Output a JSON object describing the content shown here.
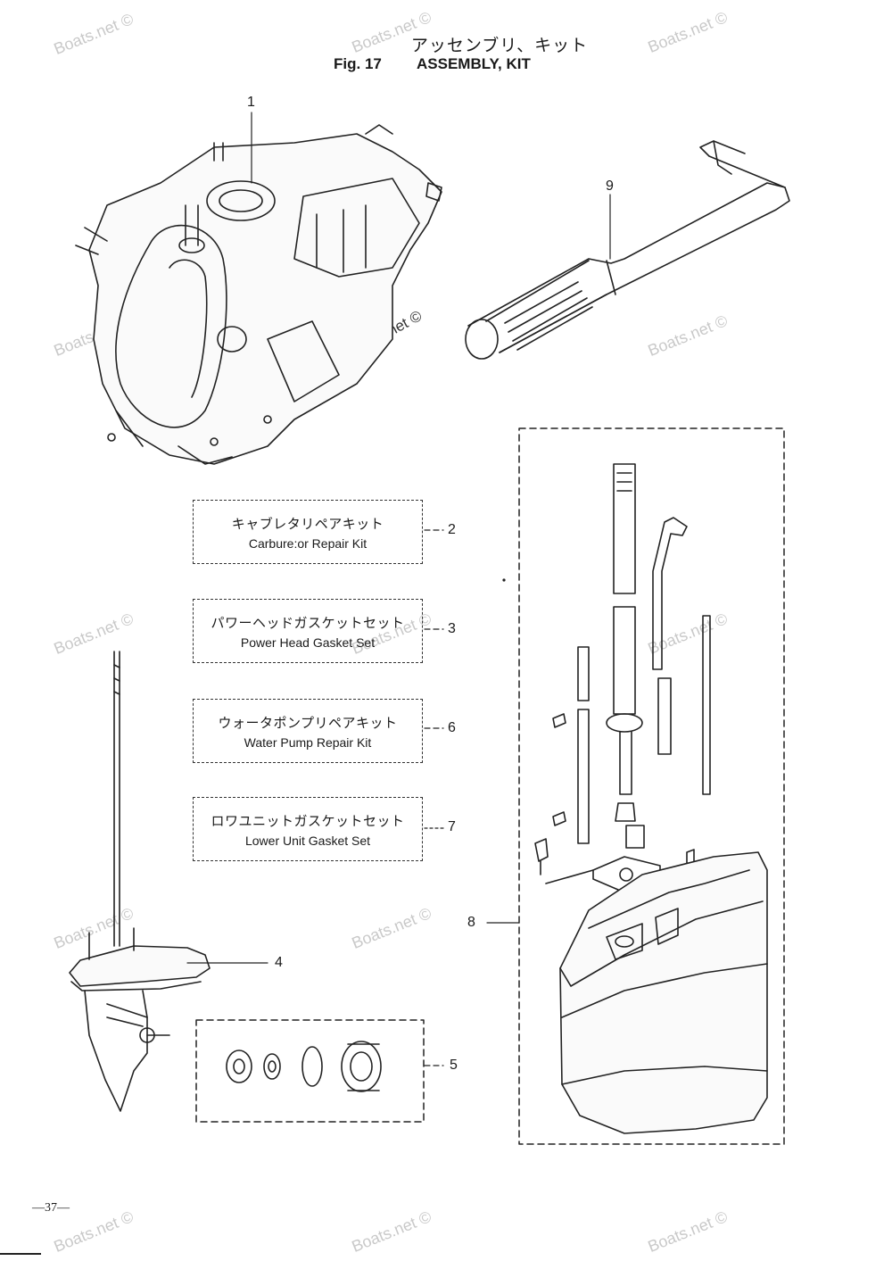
{
  "header": {
    "title_jp": "アッセンブリ、キット",
    "fig_label": "Fig. 17",
    "title_en": "ASSEMBLY, KIT"
  },
  "kits": [
    {
      "ref": "2",
      "jp": "キャブレタリペアキット",
      "en": "Carbure:or Repair Kit"
    },
    {
      "ref": "3",
      "jp": "パワーヘッドガスケットセット",
      "en": "Power Head Gasket Set"
    },
    {
      "ref": "6",
      "jp": "ウォータポンプリペアキット",
      "en": "Water Pump Repair Kit"
    },
    {
      "ref": "7",
      "jp": "ロワユニットガスケットセット",
      "en": "Lower Unit Gasket Set"
    }
  ],
  "callouts": {
    "c1": "1",
    "c9": "9",
    "c4": "4",
    "c5": "5",
    "c8": "8"
  },
  "watermark": "Boats.net ©",
  "page_number": "—37—"
}
